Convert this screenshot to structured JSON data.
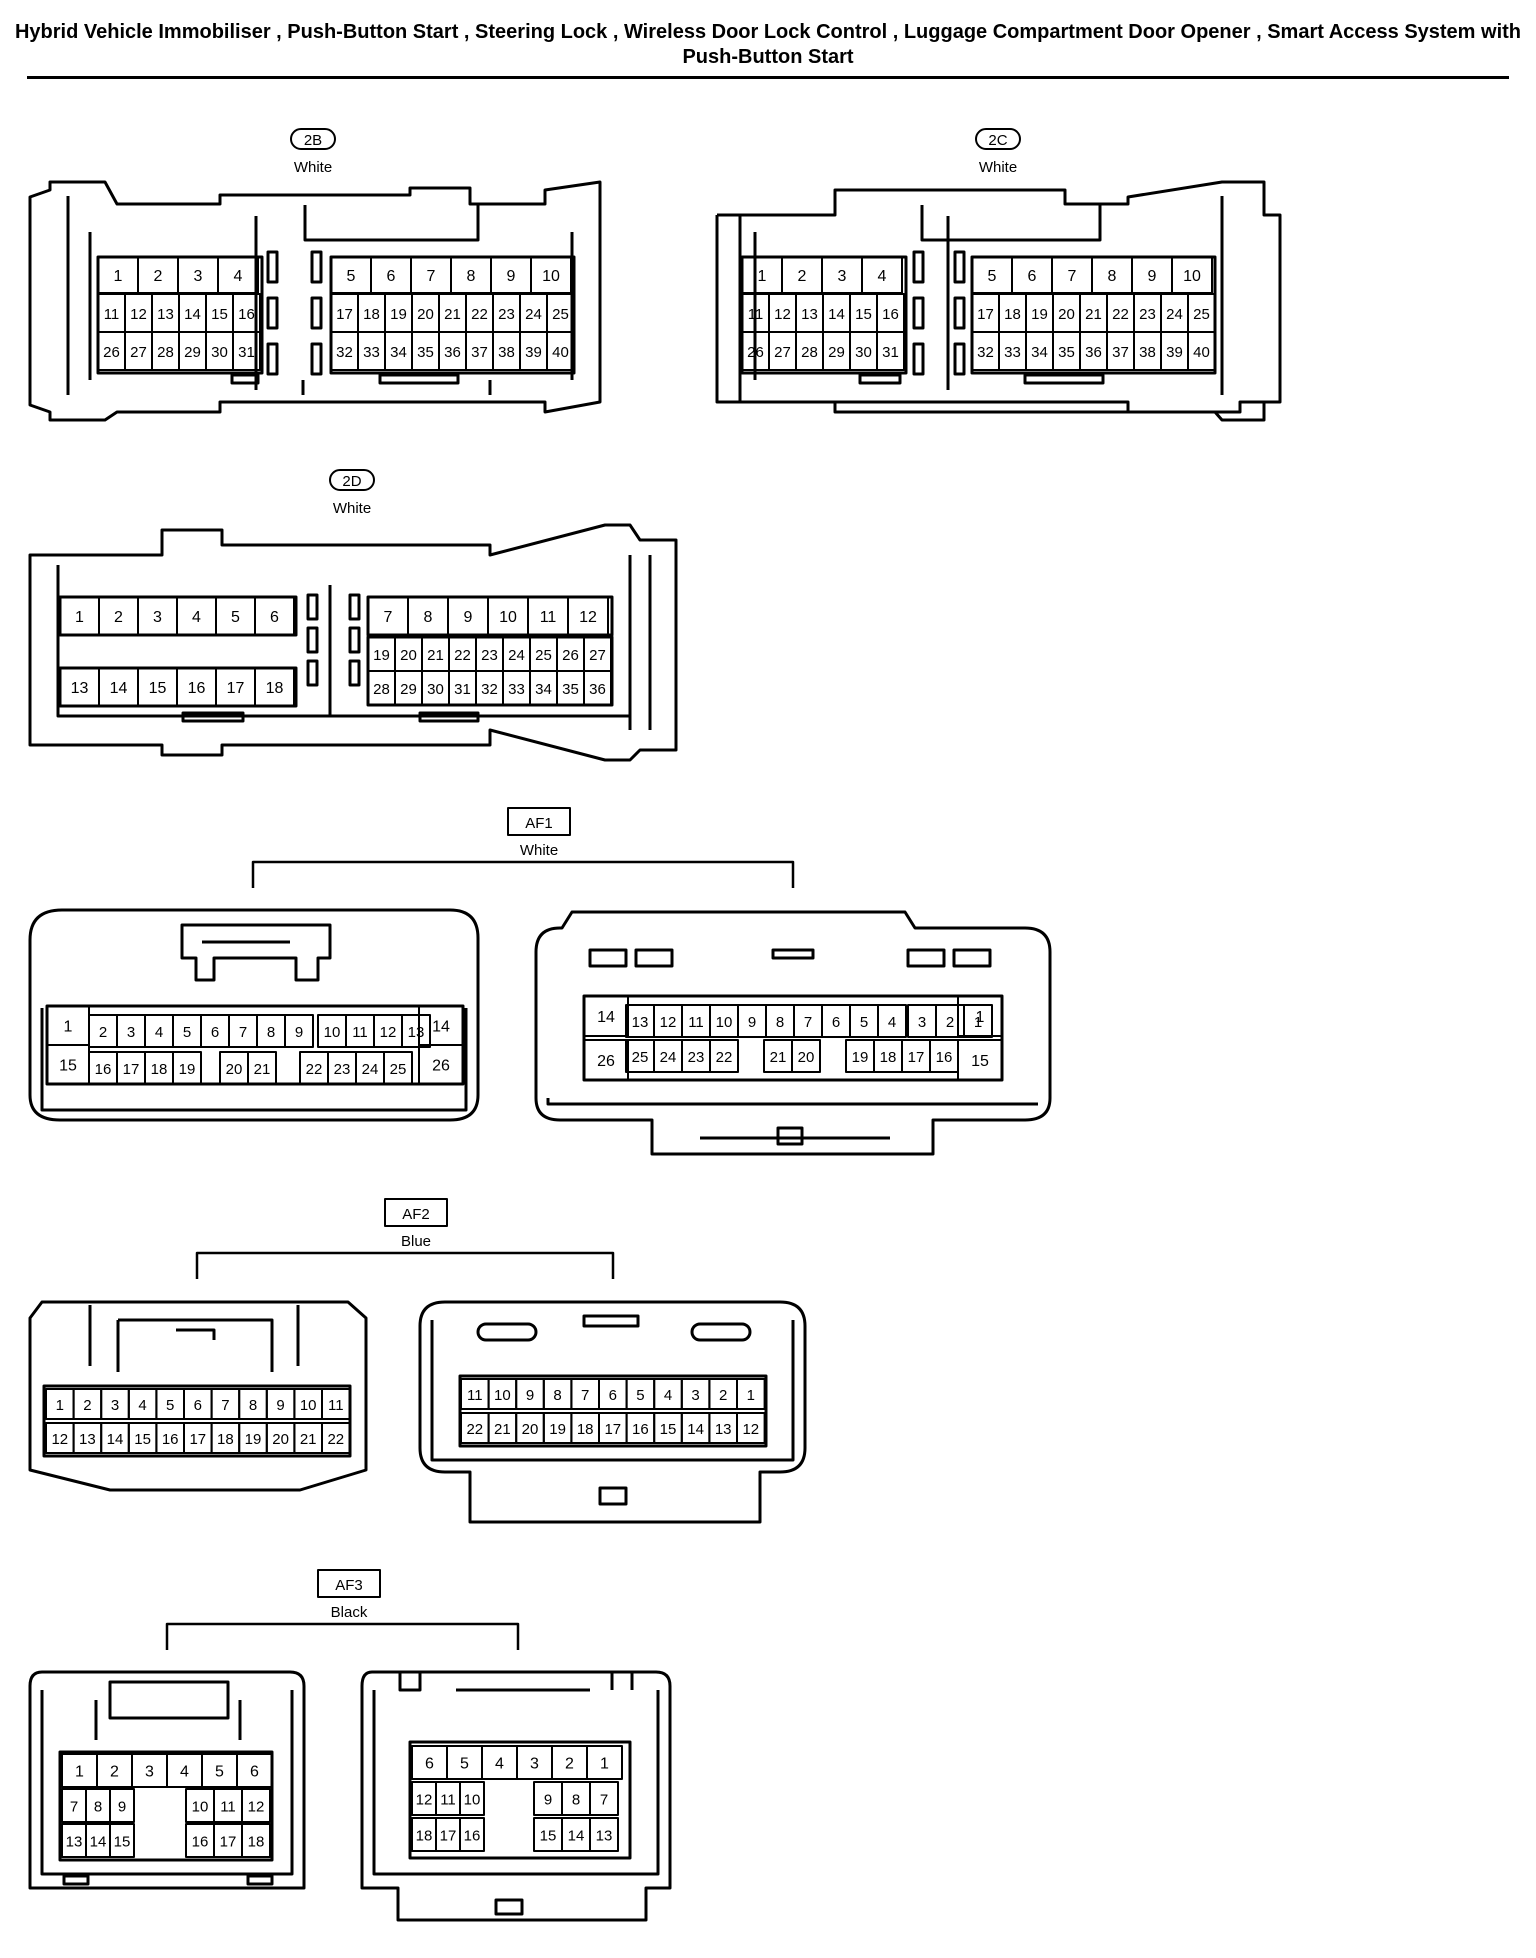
{
  "title": "Hybrid Vehicle Immobiliser , Push-Button Start , Steering Lock , Wireless Door Lock Control , Luggage Compartment Door Opener , Smart Access System with Push-Button Start",
  "connectors": {
    "c2B": {
      "code": "2B",
      "color": "White",
      "pins": [
        "1",
        "2",
        "3",
        "4",
        "5",
        "6",
        "7",
        "8",
        "9",
        "10",
        "11",
        "12",
        "13",
        "14",
        "15",
        "16",
        "17",
        "18",
        "19",
        "20",
        "21",
        "22",
        "23",
        "24",
        "25",
        "26",
        "27",
        "28",
        "29",
        "30",
        "31",
        "32",
        "33",
        "34",
        "35",
        "36",
        "37",
        "38",
        "39",
        "40"
      ]
    },
    "c2C": {
      "code": "2C",
      "color": "White",
      "pins": [
        "1",
        "2",
        "3",
        "4",
        "5",
        "6",
        "7",
        "8",
        "9",
        "10",
        "11",
        "12",
        "13",
        "14",
        "15",
        "16",
        "17",
        "18",
        "19",
        "20",
        "21",
        "22",
        "23",
        "24",
        "25",
        "26",
        "27",
        "28",
        "29",
        "30",
        "31",
        "32",
        "33",
        "34",
        "35",
        "36",
        "37",
        "38",
        "39",
        "40"
      ]
    },
    "c2D": {
      "code": "2D",
      "color": "White",
      "pins": [
        "1",
        "2",
        "3",
        "4",
        "5",
        "6",
        "7",
        "8",
        "9",
        "10",
        "11",
        "12",
        "13",
        "14",
        "15",
        "16",
        "17",
        "18",
        "19",
        "20",
        "21",
        "22",
        "23",
        "24",
        "25",
        "26",
        "27",
        "28",
        "29",
        "30",
        "31",
        "32",
        "33",
        "34",
        "35",
        "36"
      ]
    },
    "AF1": {
      "code": "AF1",
      "color": "White",
      "male_pins": [
        "1",
        "2",
        "3",
        "4",
        "5",
        "6",
        "7",
        "8",
        "9",
        "10",
        "11",
        "12",
        "13",
        "14",
        "15",
        "16",
        "17",
        "18",
        "19",
        "20",
        "21",
        "22",
        "23",
        "24",
        "25",
        "26"
      ],
      "female_pins": [
        "14",
        "13",
        "12",
        "11",
        "10",
        "9",
        "8",
        "7",
        "6",
        "5",
        "4",
        "3",
        "2",
        "1",
        "26",
        "25",
        "24",
        "23",
        "22",
        "21",
        "20",
        "19",
        "18",
        "17",
        "16",
        "15"
      ]
    },
    "AF2": {
      "code": "AF2",
      "color": "Blue",
      "male_pins": [
        "1",
        "2",
        "3",
        "4",
        "5",
        "6",
        "7",
        "8",
        "9",
        "10",
        "11",
        "12",
        "13",
        "14",
        "15",
        "16",
        "17",
        "18",
        "19",
        "20",
        "21",
        "22"
      ],
      "female_pins": [
        "11",
        "10",
        "9",
        "8",
        "7",
        "6",
        "5",
        "4",
        "3",
        "2",
        "1",
        "22",
        "21",
        "20",
        "19",
        "18",
        "17",
        "16",
        "15",
        "14",
        "13",
        "12"
      ]
    },
    "AF3": {
      "code": "AF3",
      "color": "Black",
      "male_pins": [
        "1",
        "2",
        "3",
        "4",
        "5",
        "6",
        "7",
        "8",
        "9",
        "10",
        "11",
        "12",
        "13",
        "14",
        "15",
        "16",
        "17",
        "18"
      ],
      "female_pins": [
        "6",
        "5",
        "4",
        "3",
        "2",
        "1",
        "12",
        "11",
        "10",
        "9",
        "8",
        "7",
        "18",
        "17",
        "16",
        "15",
        "14",
        "13"
      ]
    }
  }
}
